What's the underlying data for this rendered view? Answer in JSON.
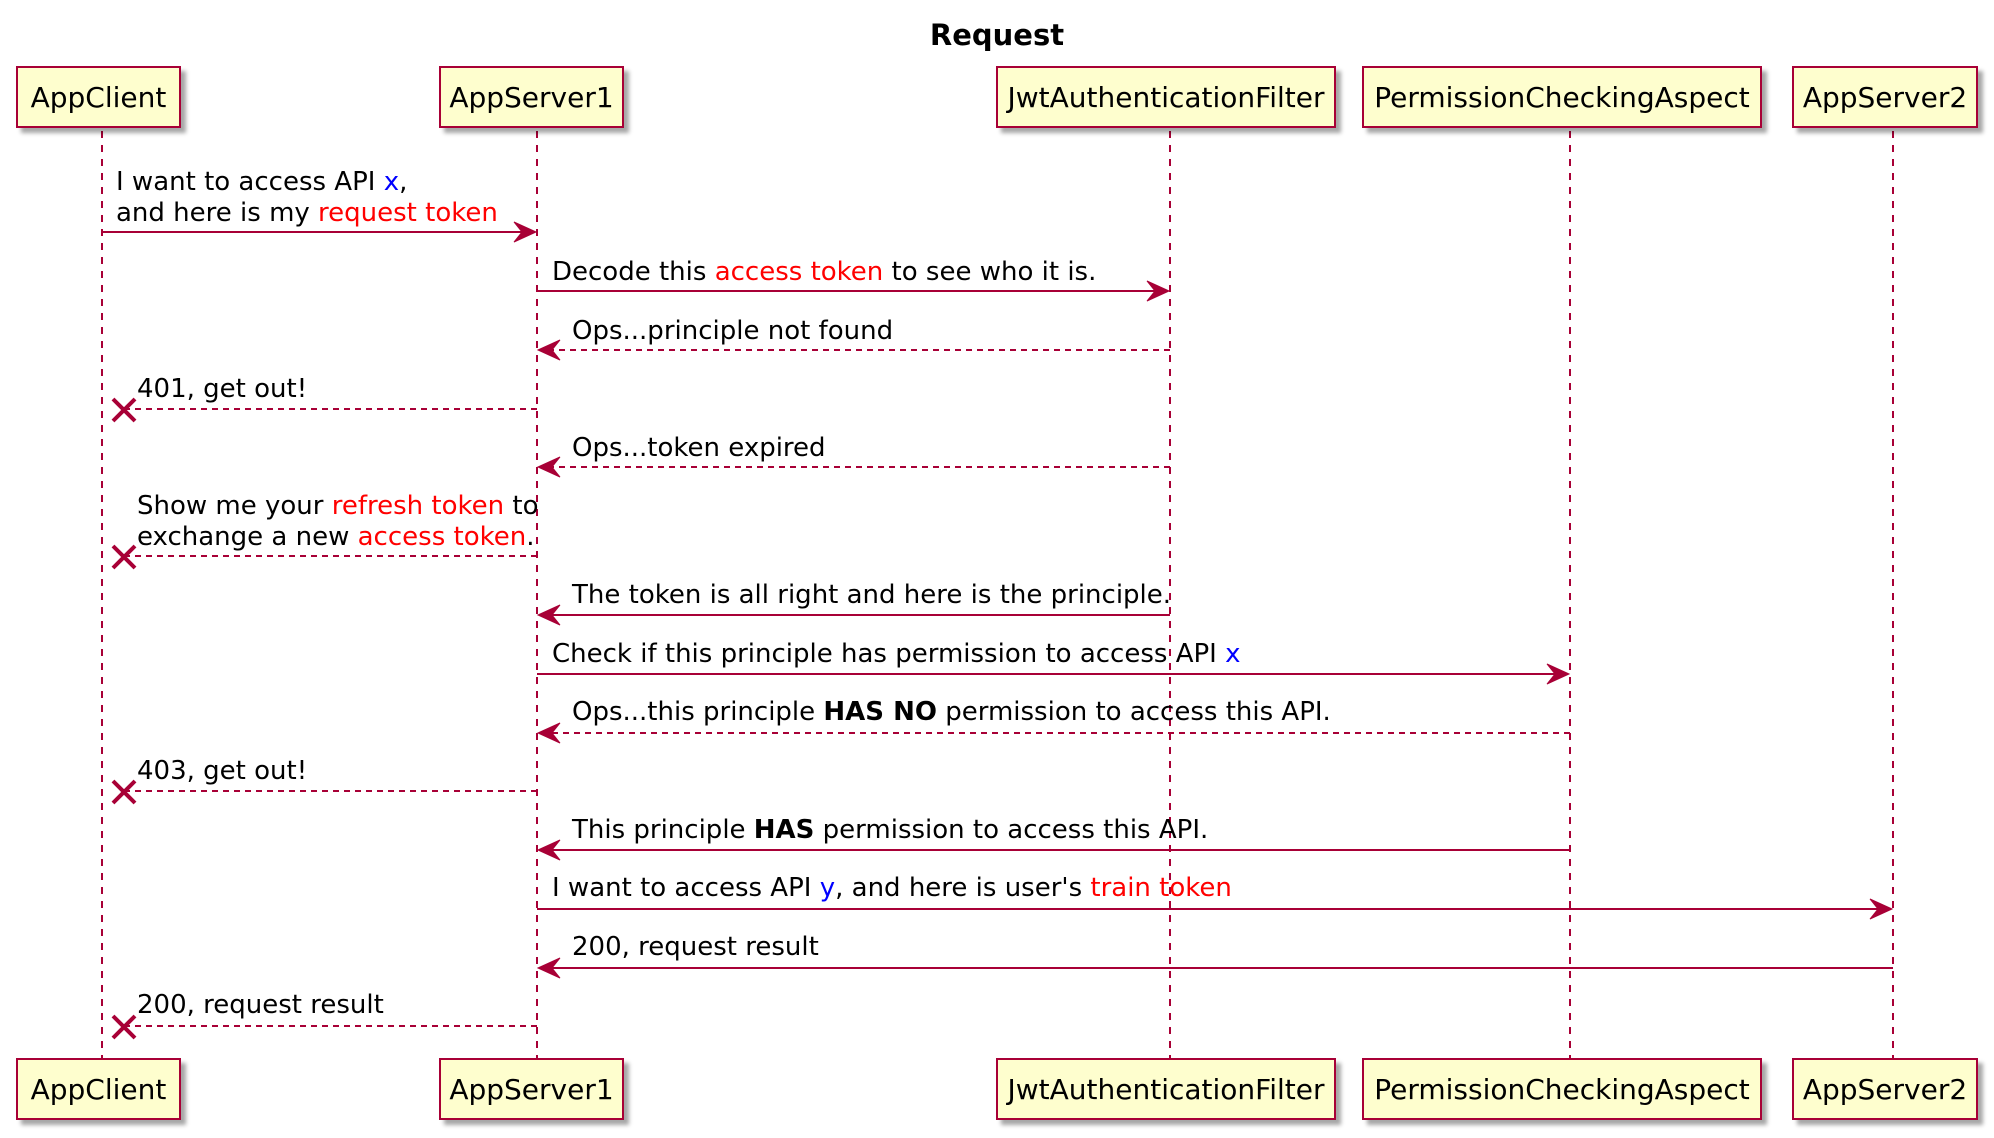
{
  "title": "Request",
  "colors": {
    "line": "#a80036",
    "box_fill": "#fefece",
    "highlight_red": "#ff0000",
    "highlight_blue": "#0000ff"
  },
  "participants": {
    "appclient": "AppClient",
    "appserver1": "AppServer1",
    "jwtfilter": "JwtAuthenticationFilter",
    "permaspect": "PermissionCheckingAspect",
    "appserver2": "AppServer2"
  },
  "messages": {
    "m1": {
      "a": "I want to access API ",
      "b": "x",
      "c": ",",
      "d": "and here is my ",
      "e": "request token"
    },
    "m2": {
      "a": "Decode this ",
      "b": "access token",
      "c": " to see who it is."
    },
    "m3": {
      "a": "Ops...principle not found"
    },
    "m4": {
      "a": "401, get out!"
    },
    "m5": {
      "a": "Ops...token expired"
    },
    "m6": {
      "a": "Show me your ",
      "b": "refresh token",
      "c": " to",
      "d": "exchange a new ",
      "e": "access token",
      "f": "."
    },
    "m7": {
      "a": "The token is all right and here is the principle."
    },
    "m8": {
      "a": "Check if this principle has permission to access API ",
      "b": "x"
    },
    "m9": {
      "a": "Ops...this principle ",
      "b": "HAS NO",
      "c": " permission to access this API."
    },
    "m10": {
      "a": "403, get out!"
    },
    "m11": {
      "a": "This principle ",
      "b": "HAS",
      "c": " permission to access this API."
    },
    "m12": {
      "a": "I want to access API ",
      "b": "y",
      "c": ", and here is user's ",
      "d": "train token"
    },
    "m13": {
      "a": "200, request result"
    },
    "m14": {
      "a": "200, request result"
    }
  }
}
